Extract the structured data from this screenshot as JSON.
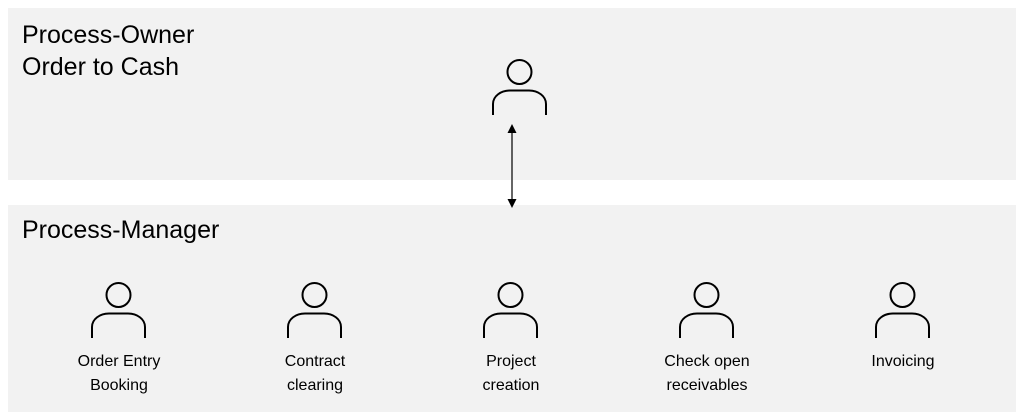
{
  "owner_band": {
    "title_lines": [
      "Process-Owner",
      "Order to Cash"
    ],
    "icon": "person-icon"
  },
  "manager_band": {
    "title": "Process-Manager",
    "roles": [
      {
        "lines": [
          "Order Entry",
          "Booking"
        ],
        "icon": "person-icon"
      },
      {
        "lines": [
          "Contract",
          "clearing"
        ],
        "icon": "person-icon"
      },
      {
        "lines": [
          "Project",
          "creation"
        ],
        "icon": "person-icon"
      },
      {
        "lines": [
          "Check open",
          "receivables"
        ],
        "icon": "person-icon"
      },
      {
        "lines": [
          "Invoicing"
        ],
        "icon": "person-icon"
      }
    ]
  },
  "connector": {
    "type": "bidirectional-arrow",
    "color": "#000000"
  },
  "colors": {
    "band_background": "#f2f2f2",
    "page_background": "#ffffff",
    "icon_stroke": "#000000"
  }
}
